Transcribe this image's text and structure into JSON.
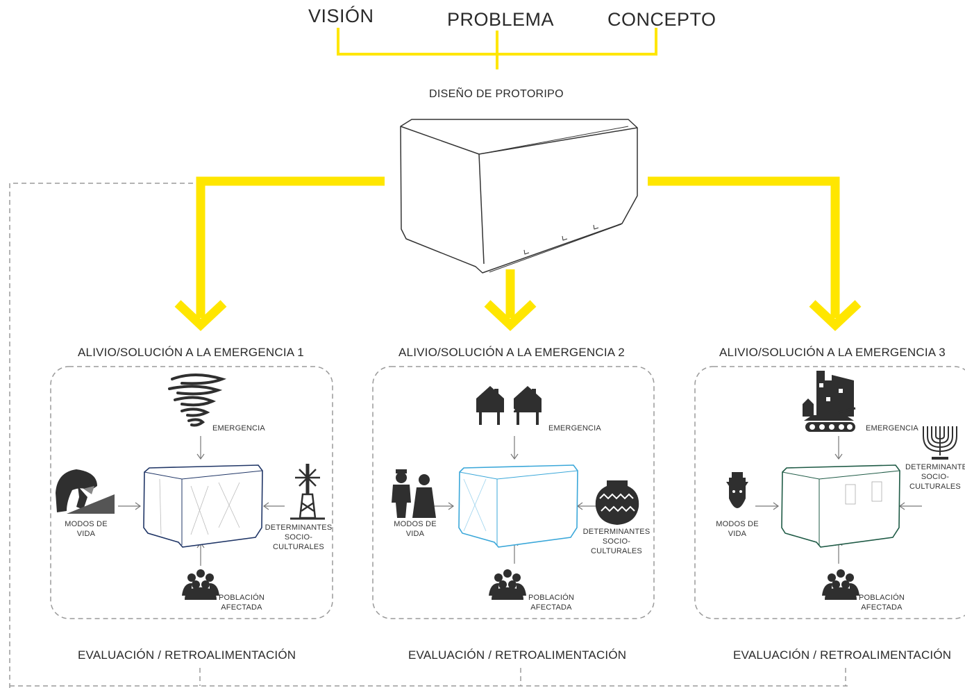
{
  "header": {
    "items": [
      "VISIÓN",
      "PROBLEMA",
      "CONCEPTO"
    ],
    "prototype_label": "DISEÑO DE PROTORIPO"
  },
  "columns": [
    {
      "title": "ALIVIO/SOLUCIÓN A LA EMERGENCIA 1",
      "emergency_label": "EMERGENCIA",
      "livelihood_label": "MODOS DE\nVIDA",
      "sociocultural_label": "DETERMINANTES\nSOCIO-\nCULTURALES",
      "population_label": "POBLACIÓN\nAFECTADA",
      "evaluation_label": "EVALUACIÓN / RETROALIMENTACIÓN",
      "emergency_icon": "tornado-icon",
      "livelihood_icon": "farmer-icon",
      "sociocultural_icon": "windmill-icon",
      "accent_color": "#1f3566"
    },
    {
      "title": "ALIVIO/SOLUCIÓN A LA EMERGENCIA 2",
      "emergency_label": "EMERGENCIA",
      "livelihood_label": "MODOS DE\nVIDA",
      "sociocultural_label": "DETERMINANTES\nSOCIO-\nCULTURALES",
      "population_label": "POBLACIÓN\nAFECTADA",
      "evaluation_label": "EVALUACIÓN / RETROALIMENTACIÓN",
      "emergency_icon": "earthquake-houses-icon",
      "livelihood_icon": "couple-icon",
      "sociocultural_icon": "pottery-icon",
      "accent_color": "#3aa7d9"
    },
    {
      "title": "ALIVIO/SOLUCIÓN A LA EMERGENCIA 3",
      "emergency_label": "EMERGENCIA",
      "livelihood_label": "MODOS DE\nVIDA",
      "sociocultural_label": "DETERMINANTE\nSOCIO-\nCULTURALES",
      "population_label": "POBLACIÓN\nAFECTADA",
      "evaluation_label": "EVALUACIÓN / RETROALIMENTACIÓN",
      "emergency_icon": "war-tank-icon",
      "livelihood_icon": "orthodox-man-icon",
      "sociocultural_icon": "menorah-icon",
      "accent_color": "#1e5a45"
    }
  ],
  "colors": {
    "flow": "#ffe600",
    "dashed": "#9a9a9a",
    "icon": "#2f2f2f"
  }
}
